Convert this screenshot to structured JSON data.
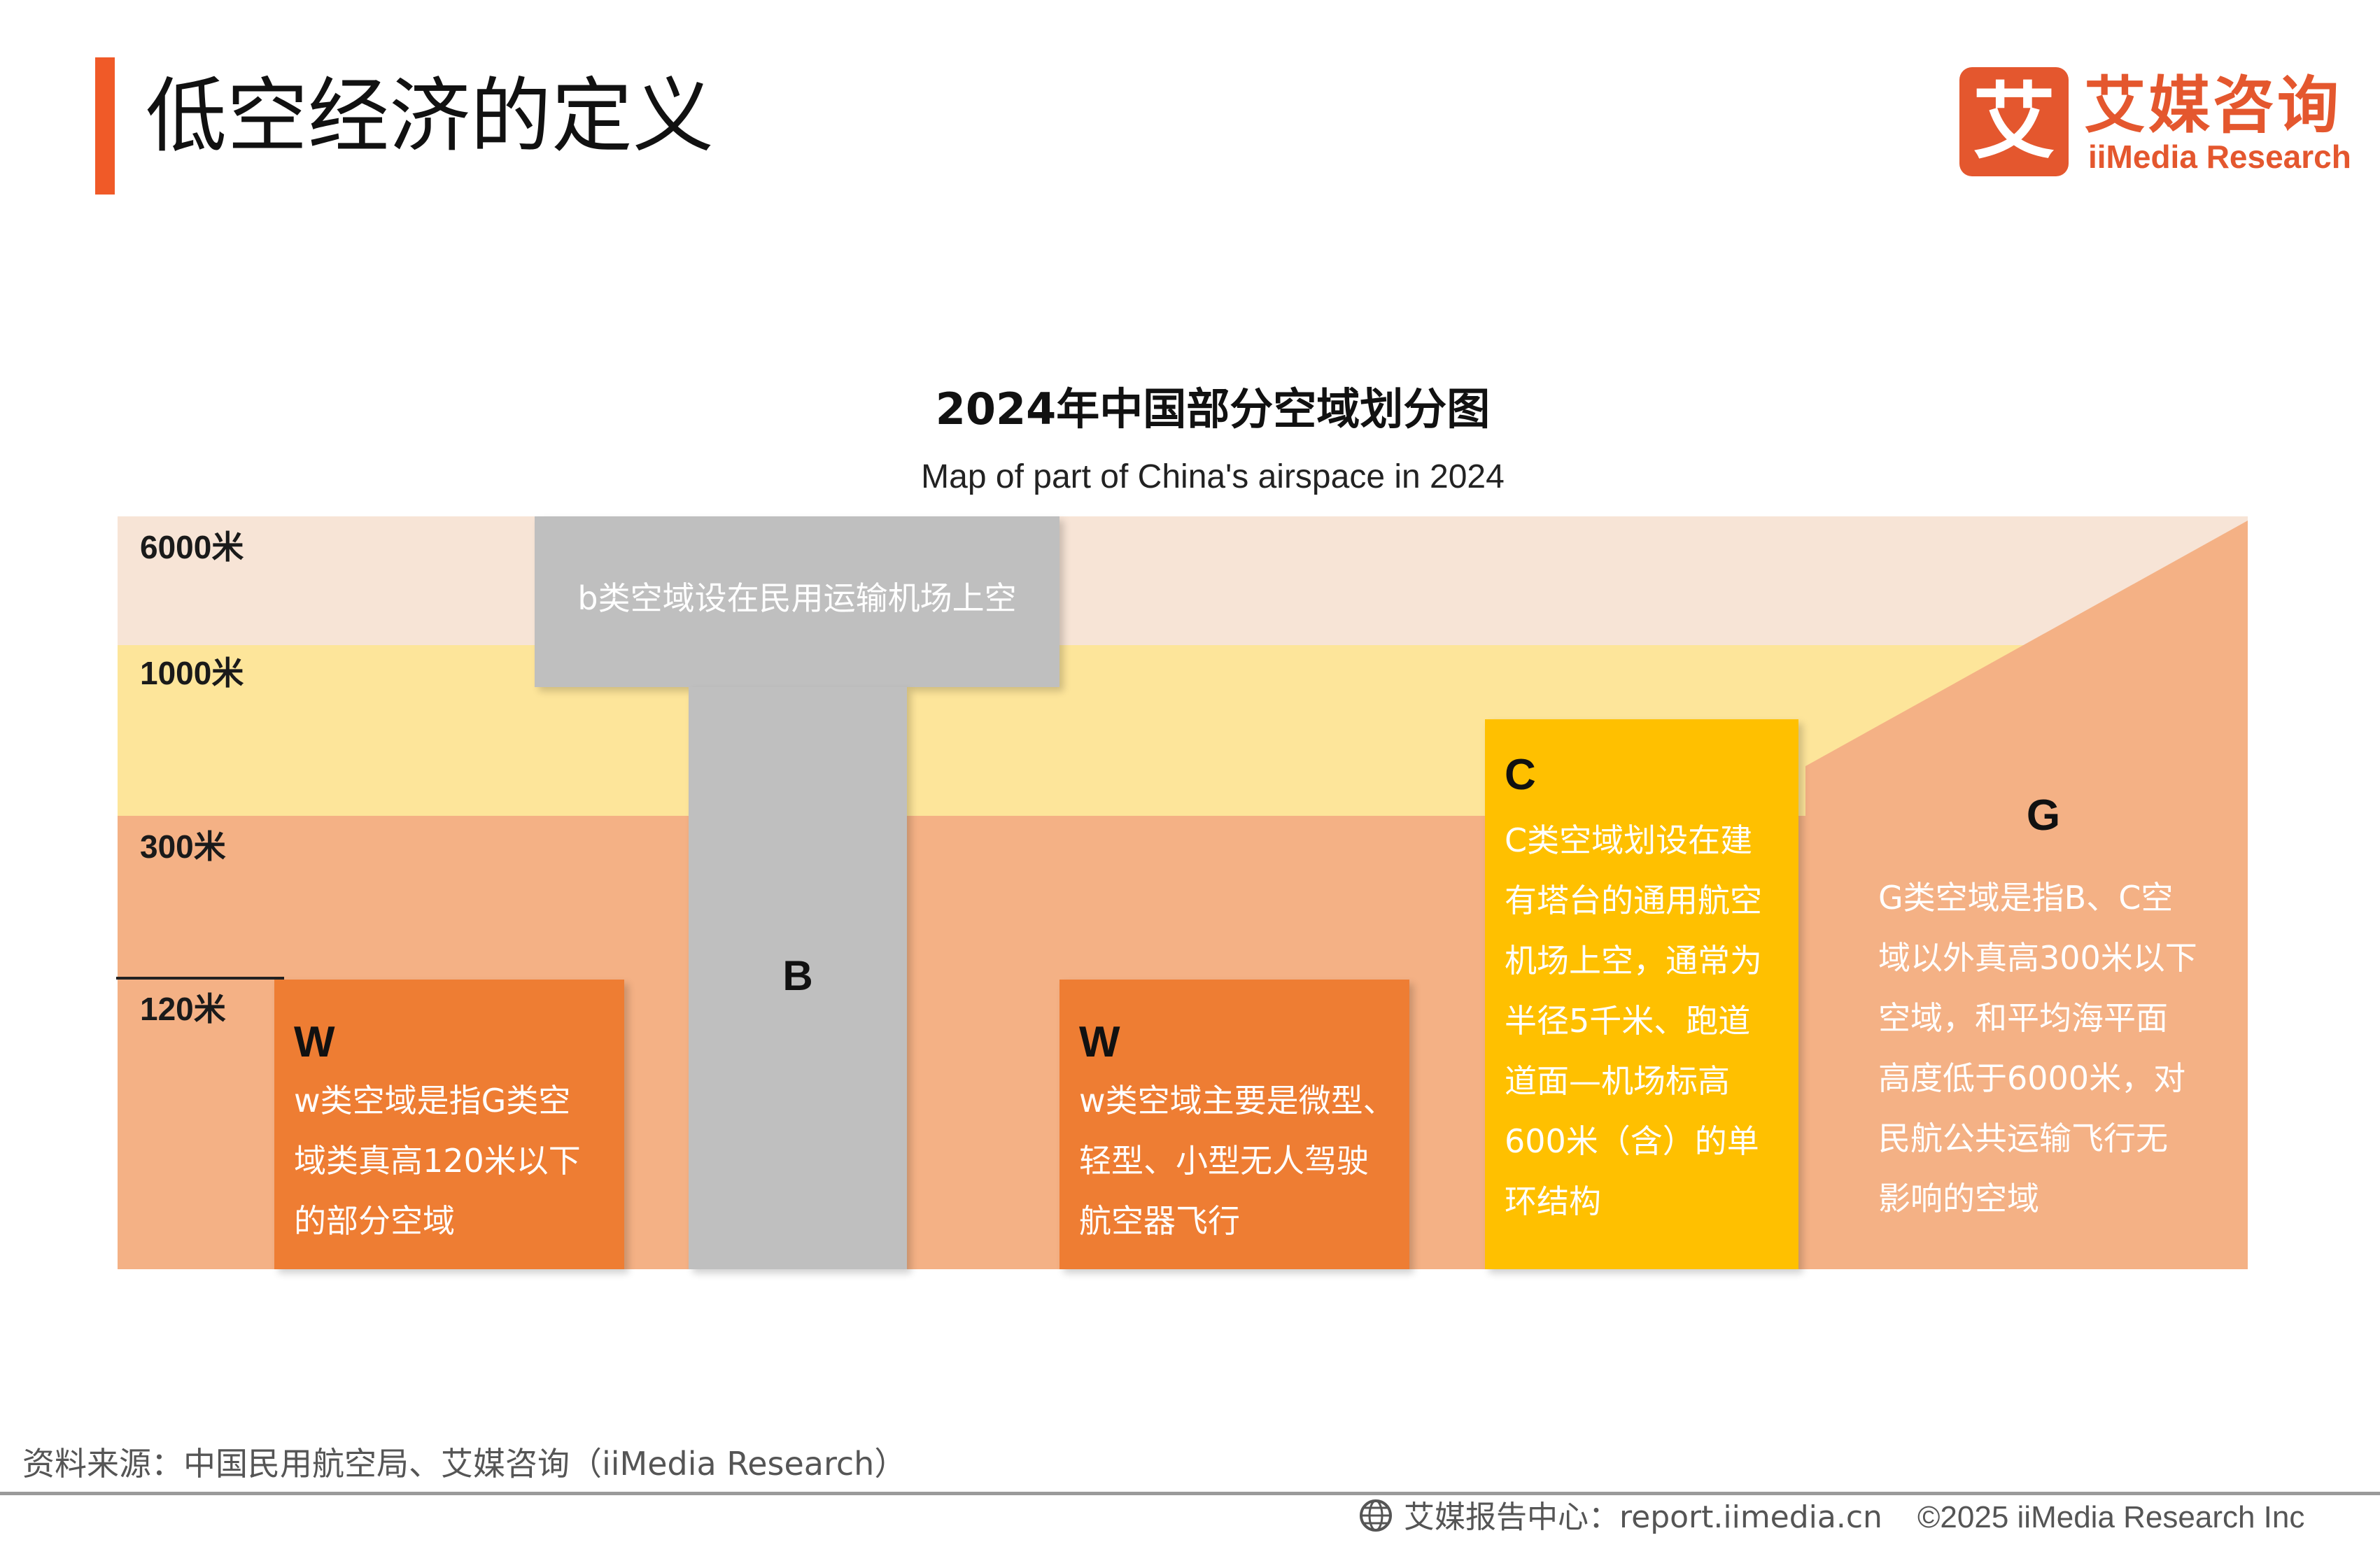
{
  "header": {
    "title": "低空经济的定义",
    "logo_mark": "艾",
    "logo_cn": "艾媒咨询",
    "logo_en": "iiMedia Research"
  },
  "chart": {
    "title": "2024年中国部分空域划分图",
    "subtitle": "Map of part of China's airspace in 2024",
    "altitudes": [
      "6000米",
      "1000米",
      "300米",
      "120米"
    ],
    "b": {
      "letter": "B",
      "top_text": "b类空域设在民用运输机场上空"
    },
    "w1": {
      "letter": "W",
      "lines": [
        "w类空域是指G类空",
        "域类真高120米以下",
        "的部分空域"
      ]
    },
    "w2": {
      "letter": "W",
      "lines": [
        "w类空域主要是微型、",
        "轻型、小型无人驾驶",
        "航空器飞行"
      ]
    },
    "c": {
      "letter": "C",
      "lines": [
        "C类空域划设在建",
        "有塔台的通用航空",
        "机场上空，通常为",
        "半径5千米、跑道",
        "道面—机场标高",
        "600米（含）的单",
        "环结构"
      ]
    },
    "g": {
      "letter": "G",
      "lines": [
        "G类空域是指B、C空",
        "域以外真高300米以下",
        "空域，和平均海平面",
        "高度低于6000米，对",
        "民航公共运输飞行无",
        "影响的空域"
      ]
    },
    "colors": {
      "band_6000": "#f7e4d6",
      "band_1000": "#fde59a",
      "band_300": "#f4b185",
      "b_class": "#bfbfbf",
      "w_class": "#ee7d33",
      "c_class": "#ffc000",
      "accent": "#f05a28"
    }
  },
  "footer": {
    "source": "资料来源：中国民用航空局、艾媒咨询（iiMedia Research）",
    "report": "艾媒报告中心：report.iimedia.cn",
    "copyright": "©2025  iiMedia Research Inc",
    "icon": "globe-icon"
  }
}
